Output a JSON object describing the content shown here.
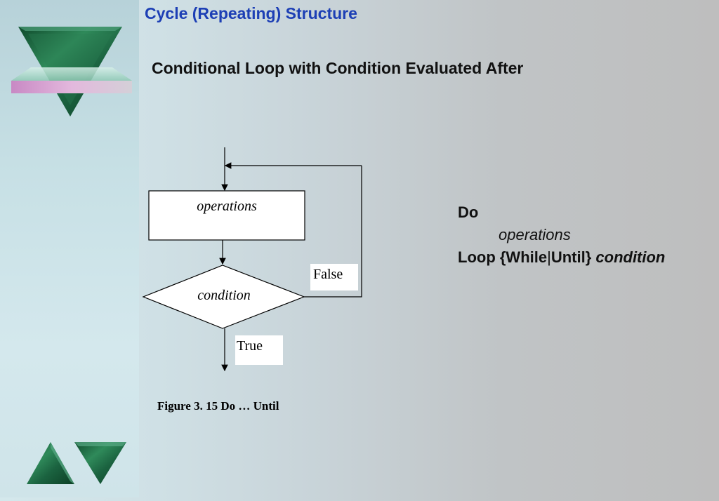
{
  "slide": {
    "title": "Cycle (Repeating) Structure",
    "subtitle": "Conditional Loop with Condition Evaluated After"
  },
  "flowchart": {
    "process_label": "operations",
    "decision_label": "condition",
    "false_label": "False",
    "true_label": "True",
    "caption": "Figure 3. 15 Do … Until"
  },
  "code": {
    "line1": "Do",
    "line2": "operations",
    "line3_keyword": "Loop {While",
    "line3_sep": "|",
    "line3_keyword2": "Until}",
    "line3_condition": "condition"
  },
  "decorations": {
    "icons": [
      "marble-triangle-down-icon",
      "marble-triangle-up-icon",
      "marble-triangle-down-icon"
    ],
    "colors": {
      "title": "#1d3fb5",
      "marble": "#1f6b45",
      "band": "#d9a2d4"
    }
  }
}
